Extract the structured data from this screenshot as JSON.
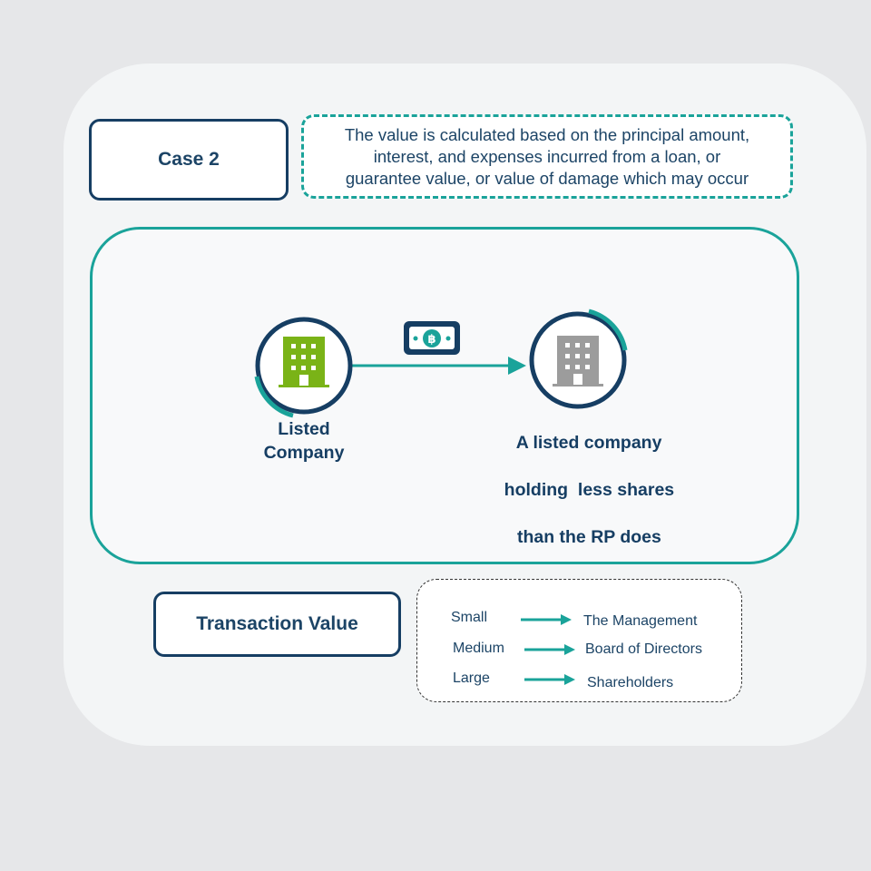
{
  "case": {
    "label": "Case 2"
  },
  "description": {
    "lines": [
      "The value is calculated based on the principal amount,",
      "interest, and expenses incurred from a loan, or",
      "guarantee value, or value of damage which may occur"
    ]
  },
  "flow": {
    "source": {
      "label_lines": [
        "Listed",
        "Company"
      ],
      "icon": "building-icon",
      "color": "#7ab317"
    },
    "target": {
      "label_lines": [
        "A listed company",
        "holding  less shares",
        "than the RP does"
      ],
      "icon": "building-icon",
      "color": "#9c9c9c"
    },
    "payment_icon": "baht-banknote-icon",
    "colors": {
      "accent": "#1aa39a",
      "navy": "#163e63"
    }
  },
  "transaction_value": {
    "label": "Transaction Value"
  },
  "legend": {
    "rows": [
      {
        "size": "Small",
        "approver": "The Management"
      },
      {
        "size": "Medium",
        "approver": "Board of Directors"
      },
      {
        "size": "Large",
        "approver": "Shareholders"
      }
    ]
  }
}
